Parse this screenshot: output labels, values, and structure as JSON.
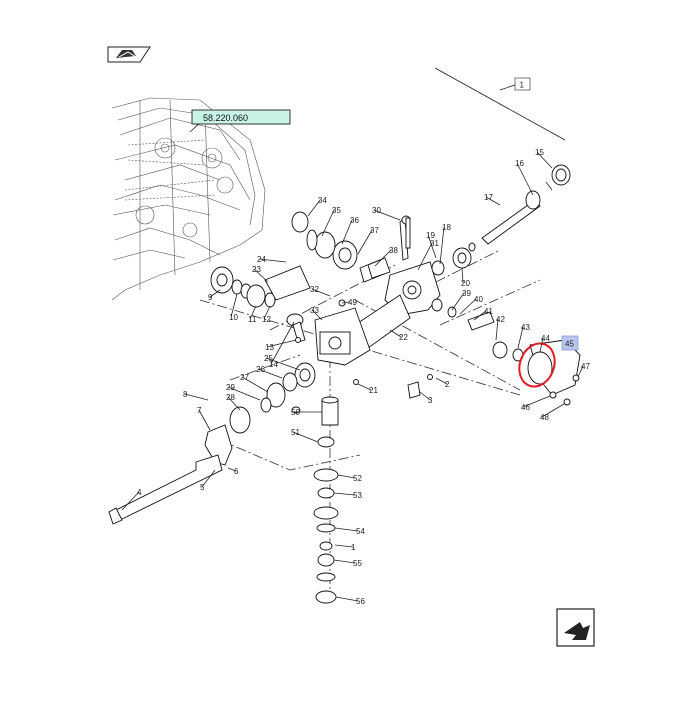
{
  "top_nav_icon": "book-nav-icon",
  "bottom_nav_icon": "return-arrow-icon",
  "reference_tag": "58.220.060",
  "highlighted_label": "45",
  "highlight_color": "#e01b24",
  "highlight_tag_color": "#b9c6ee",
  "callouts": [
    "1",
    "2",
    "3",
    "4",
    "5",
    "6",
    "7",
    "8",
    "9",
    "10",
    "11",
    "12",
    "13",
    "14",
    "15",
    "16",
    "17",
    "18",
    "19",
    "20",
    "21",
    "22",
    "23",
    "24",
    "25",
    "26",
    "27",
    "28",
    "29",
    "30",
    "31",
    "32",
    "33",
    "34",
    "35",
    "36",
    "37",
    "38",
    "39",
    "40",
    "41",
    "42",
    "43",
    "44",
    "45",
    "46",
    "47",
    "48",
    "49",
    "50",
    "51",
    "52",
    "53",
    "54",
    "55",
    "56"
  ]
}
